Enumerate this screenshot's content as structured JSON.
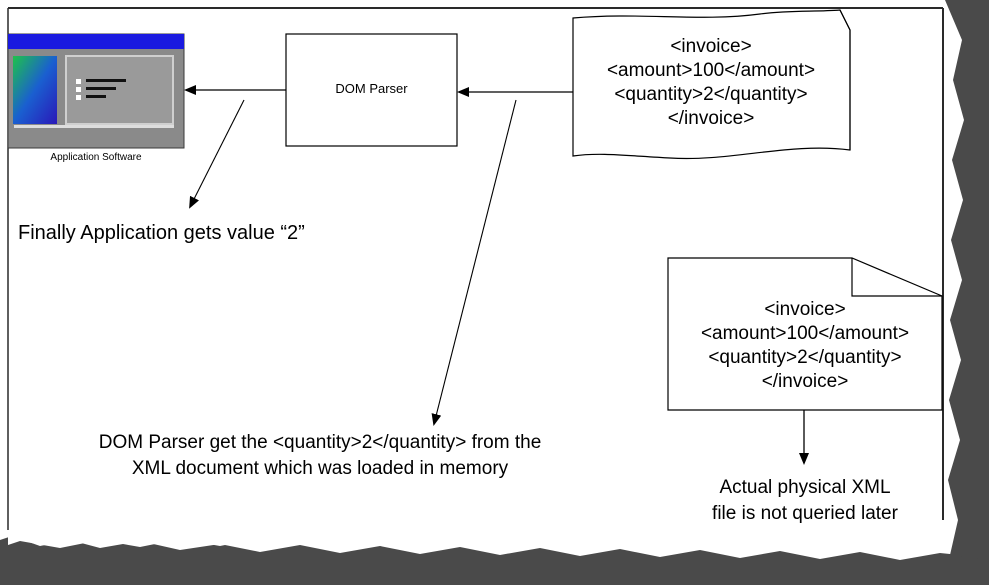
{
  "app_box": {
    "caption": "Application Software"
  },
  "parser_box": {
    "label": "DOM Parser"
  },
  "memory_xml": {
    "lines": [
      "<invoice>",
      "<amount>100</amount>",
      "<quantity>2</quantity>",
      "</invoice>"
    ]
  },
  "file_xml": {
    "lines": [
      "<invoice>",
      "<amount>100</amount>",
      "<quantity>2</quantity>",
      "</invoice>"
    ]
  },
  "annotations": {
    "app_result": "Finally Application gets value “2”",
    "parser_note_line1": "DOM Parser get the <quantity>2</quantity> from the",
    "parser_note_line2": "XML document which was loaded in memory",
    "file_note_line1": "Actual physical XML",
    "file_note_line2": "file is not queried later"
  },
  "colors": {
    "window_titlebar": "#1a1ae0",
    "window_body": "#8a8a8a",
    "shadow": "#4a4a4a",
    "page_border": "#2a2a2a"
  }
}
